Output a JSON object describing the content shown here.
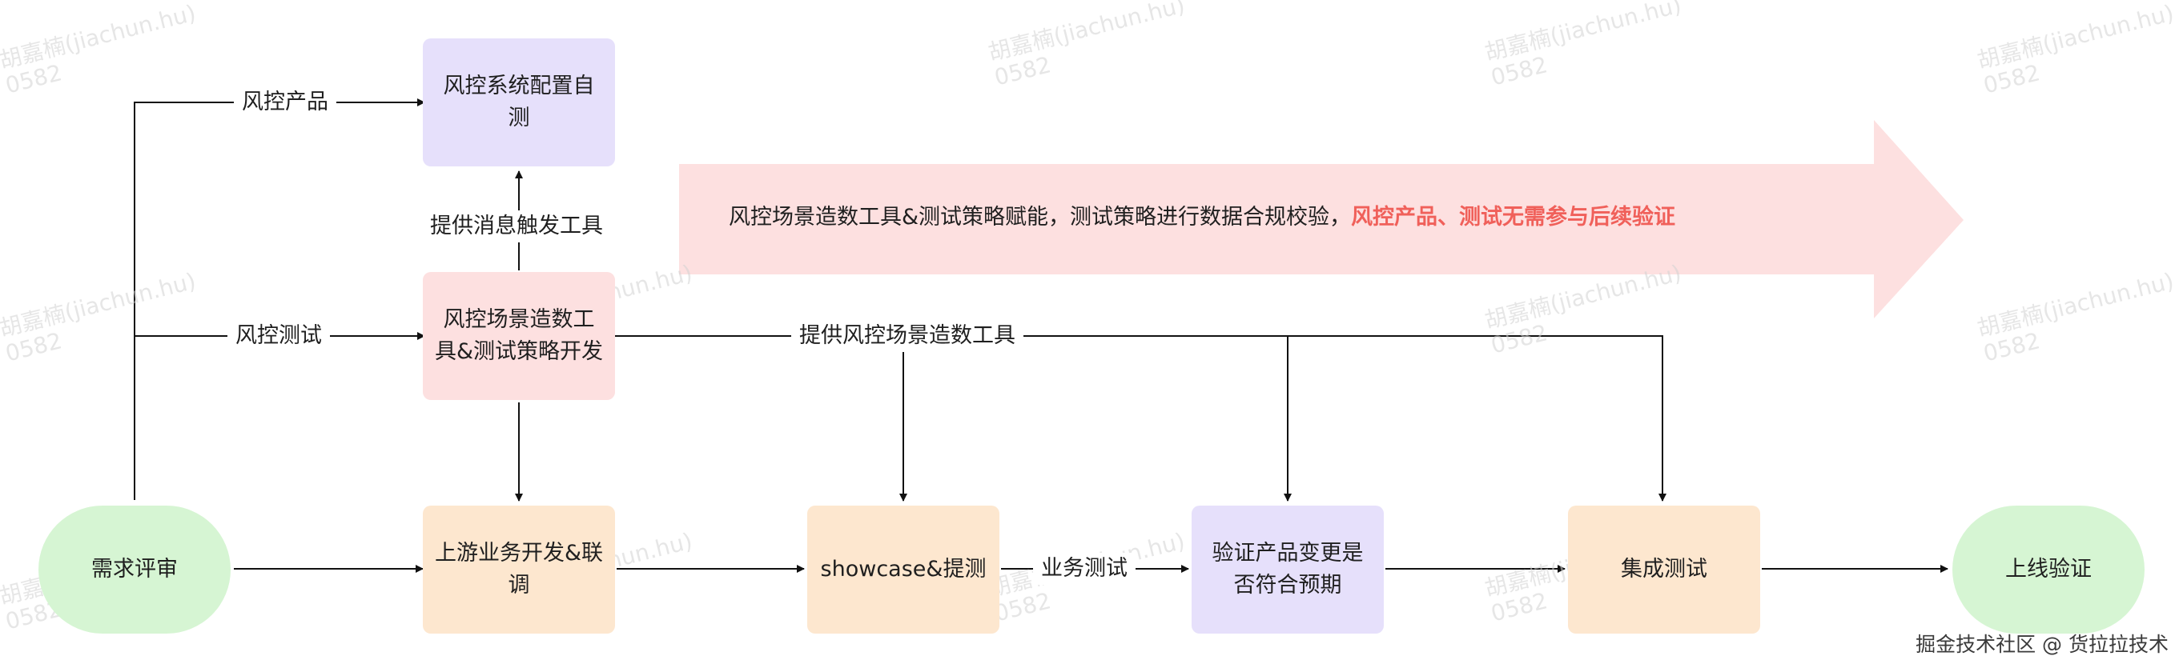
{
  "nodes": {
    "review": "需求评审",
    "self_test": "风控系统配置自测",
    "tool_dev": "风控场景造数工具&测试策略开发",
    "upstream": "上游业务开发&联调",
    "showcase": "showcase&提测",
    "verify": "验证产品变更是否符合预期",
    "integration": "集成测试",
    "launch": "上线验证"
  },
  "edge_labels": {
    "risk_product": "风控产品",
    "risk_test": "风控测试",
    "msg_tool": "提供消息触发工具",
    "data_tool": "提供风控场景造数工具",
    "biz_test": "业务测试"
  },
  "banner": {
    "text": "风控场景造数工具&测试策略赋能，测试策略进行数据合规校验，",
    "highlight": "风控产品、测试无需参与后续验证",
    "color": "#fde0e0",
    "highlight_color": "#f0605a"
  },
  "watermark": "胡嘉楠(jiachun.hu)\n0582",
  "footer": "掘金技术社区 @ 货拉拉技术"
}
